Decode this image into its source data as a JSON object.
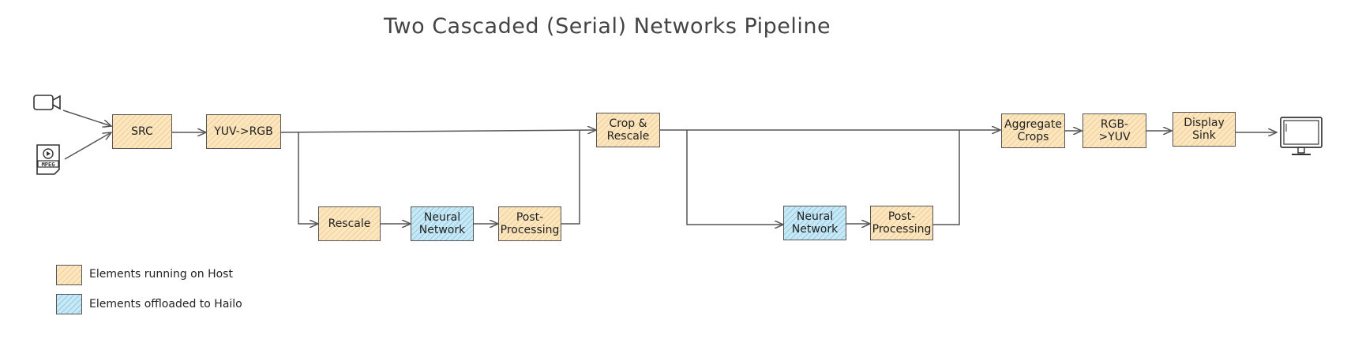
{
  "title": "Two Cascaded (Serial) Networks Pipeline",
  "colors": {
    "host": "#fbe6c0",
    "hailo": "#c7e8f4",
    "stroke": "#555555"
  },
  "nodes": {
    "src": "SRC",
    "yuv_to_rgb": "YUV->RGB",
    "crop_rescale": "Crop &\nRescale",
    "rescale": "Rescale",
    "neural_network_1": "Neural\nNetwork",
    "post_processing_1": "Post-\nProcessing",
    "neural_network_2": "Neural\nNetwork",
    "post_processing_2": "Post-\nProcessing",
    "aggregate_crops": "Aggregate\nCrops",
    "rgb_to_yuv": "RGB->YUV",
    "display_sink": "Display\nSink"
  },
  "icons": {
    "camera": "camera-icon",
    "video_file": "video-file-icon",
    "video_file_label": "MPEG",
    "display": "monitor-icon"
  },
  "legend": {
    "host_label": "Elements running on Host",
    "hailo_label": "Elements offloaded to Hailo"
  }
}
